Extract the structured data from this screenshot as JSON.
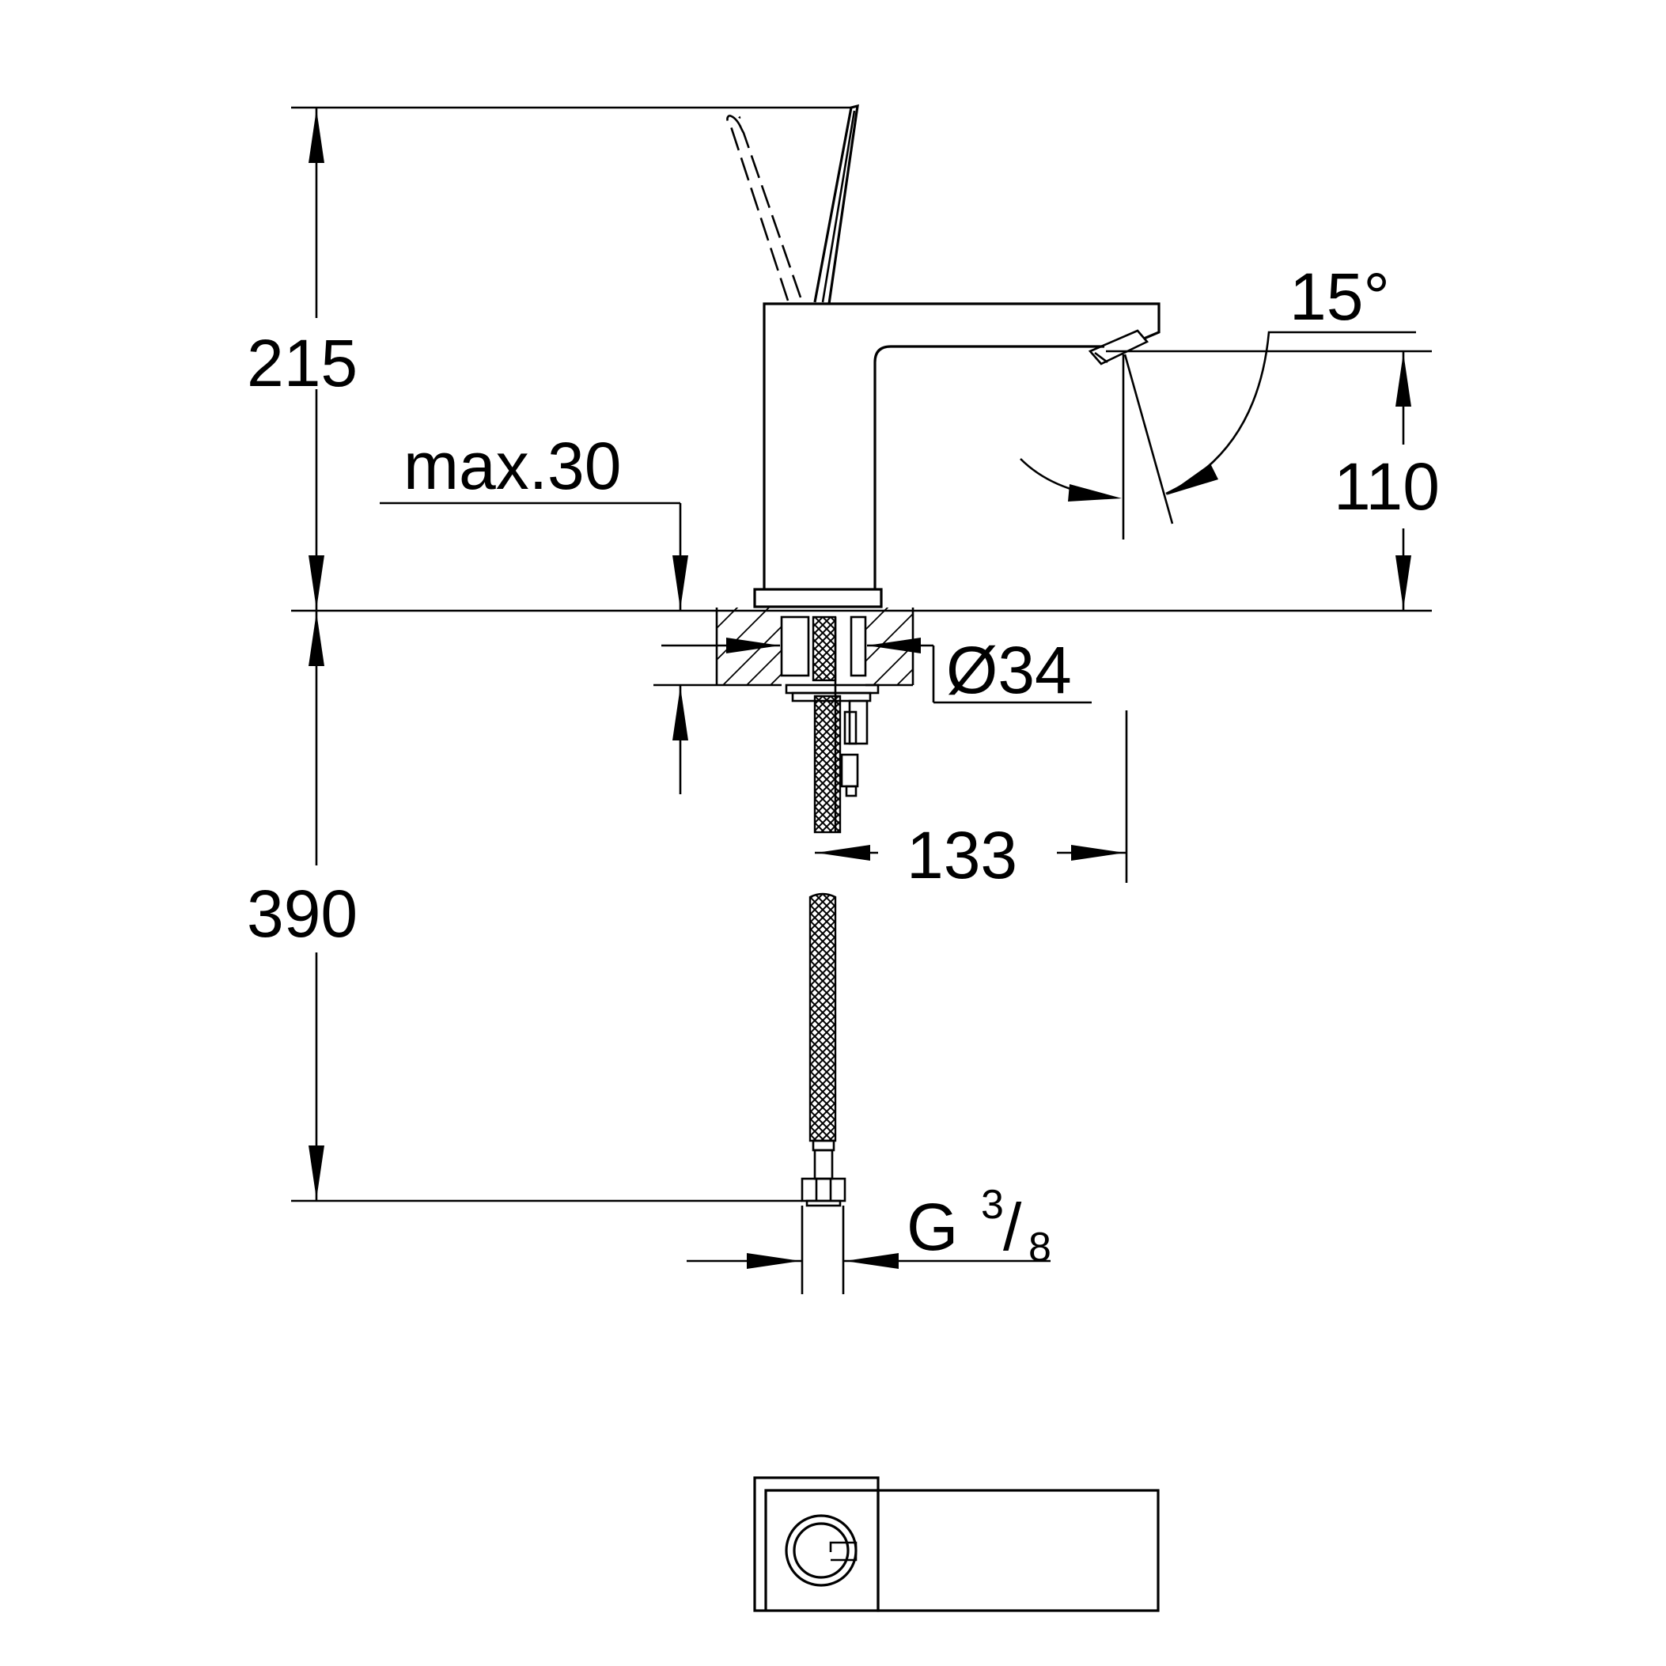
{
  "dimensions": {
    "total_height_above": "215",
    "below_deck_length": "390",
    "spout_height": "110",
    "spout_angle": "15°",
    "max_deck_thickness": "max.30",
    "hole_diameter": "Ø34",
    "spout_reach": "133",
    "connection_thread_letter": "G",
    "connection_thread_numerator": "3",
    "connection_thread_slash": "/",
    "connection_thread_denominator": "8"
  }
}
